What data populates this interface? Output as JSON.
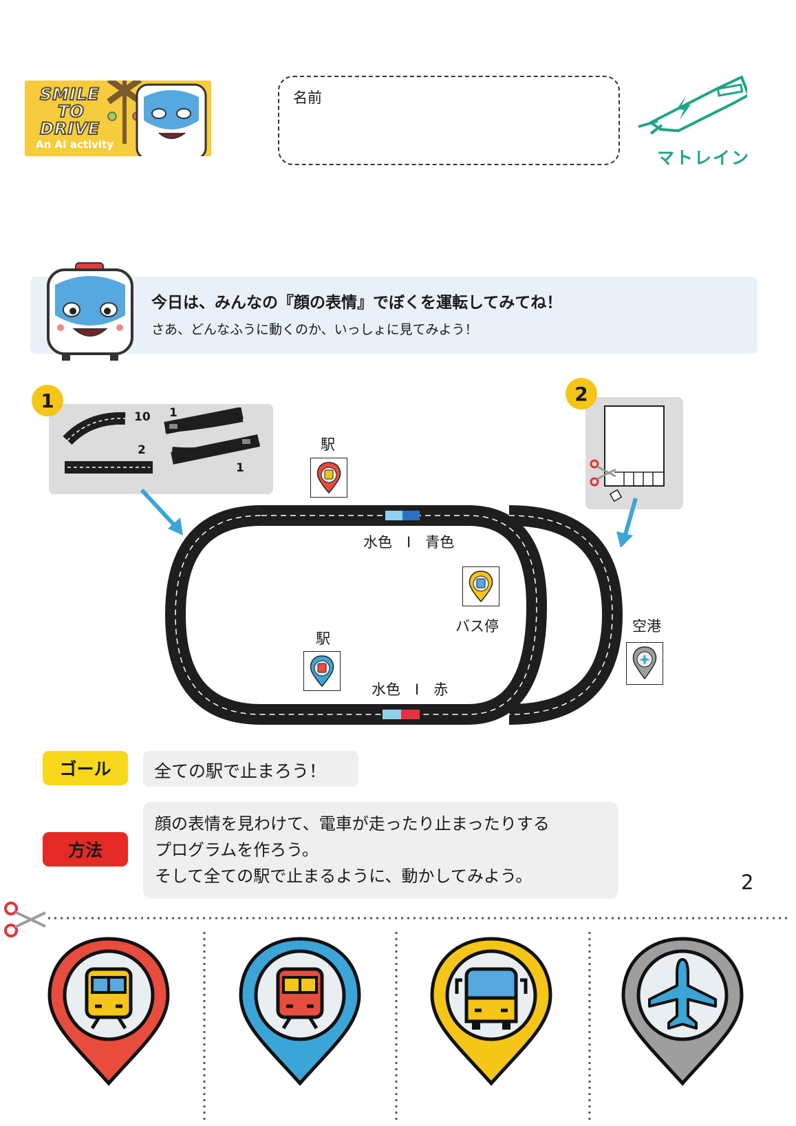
{
  "header": {
    "logo_lines": [
      "SMILE",
      "TO",
      "DRIVE"
    ],
    "logo_sub": "An AI activity",
    "name_label": "名前",
    "brand": "マトレイン"
  },
  "banner": {
    "heading": "今日は、みんなの『顔の表情』でぼくを運転してみてね！",
    "sub": "さあ、どんなふうに動くのか、いっしょに見てみよう！"
  },
  "steps": {
    "step1_badge": "1",
    "step2_badge": "2",
    "counts": [
      "10",
      "1",
      "2",
      "1"
    ]
  },
  "map": {
    "station_top": "駅",
    "station_bottom": "駅",
    "bus_stop": "バス停",
    "airport": "空港",
    "sensor_top": "水色　I　青色",
    "sensor_bottom": "水色　I　赤"
  },
  "goal": {
    "tag": "ゴール",
    "text": "全ての駅で止まろう！"
  },
  "method": {
    "tag": "方法",
    "lines": [
      "顔の表情を見わけて、電車が走ったり止まったりする",
      "プログラムを作ろう。",
      "そして全ての駅で止まるように、動かしてみよう。"
    ]
  },
  "page_number": "2",
  "colors": {
    "yellow": "#f5c518",
    "red": "#e84c3d",
    "blue": "#3ba5d8",
    "gray": "#9e9e9e",
    "teal": "#1fa488"
  },
  "icons": [
    "train-pin-red",
    "train-pin-blue",
    "bus-pin-yellow",
    "airplane-pin-gray"
  ]
}
